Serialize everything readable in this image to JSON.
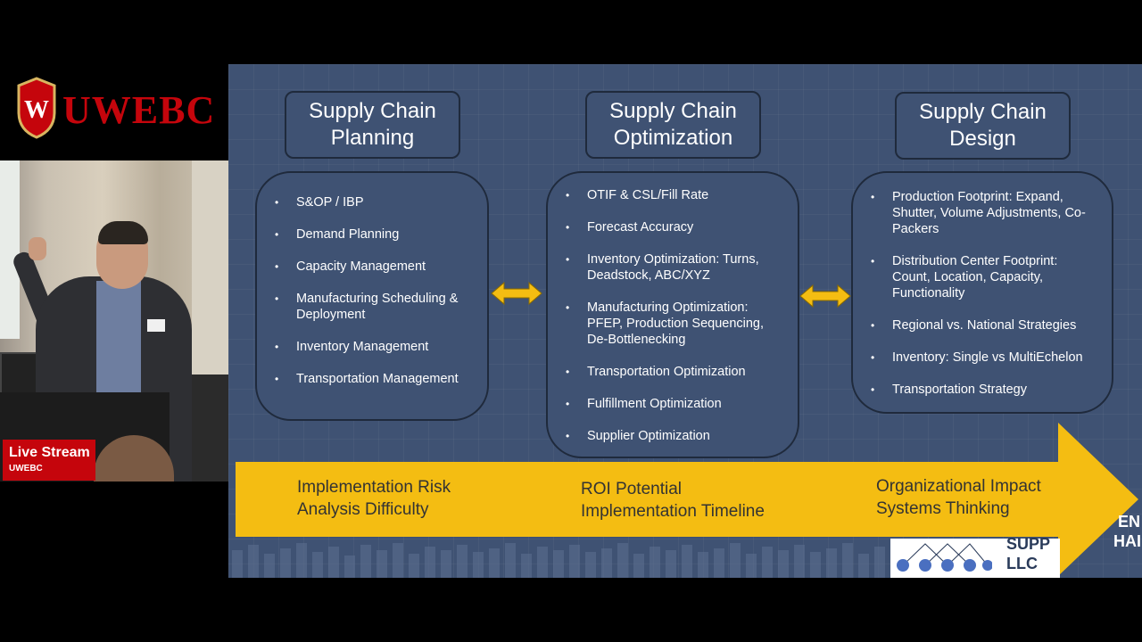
{
  "brand": {
    "name": "UWEBC",
    "crest_letter": "W"
  },
  "live_badge": {
    "title": "Live Stream",
    "subtitle": "UWEBC"
  },
  "slide": {
    "columns": [
      {
        "header": [
          "Supply Chain",
          "Planning"
        ],
        "items": [
          "S&OP / IBP",
          "Demand Planning",
          "Capacity Management",
          "Manufacturing Scheduling & Deployment",
          "Inventory Management",
          "Transportation Management"
        ]
      },
      {
        "header": [
          "Supply Chain",
          "Optimization"
        ],
        "items": [
          "OTIF & CSL/Fill Rate",
          "Forecast Accuracy",
          "Inventory Optimization: Turns, Deadstock, ABC/XYZ",
          "Manufacturing Optimization: PFEP, Production Sequencing, De-Bottlenecking",
          "Transportation Optimization",
          "Fulfillment Optimization",
          "Supplier Optimization"
        ]
      },
      {
        "header": [
          "Supply Chain",
          "Design"
        ],
        "items": [
          "Production Footprint: Expand, Shutter, Volume Adjustments, Co-Packers",
          "Distribution Center Footprint: Count, Location, Capacity, Functionality",
          "Regional vs. National Strategies",
          "Inventory: Single vs MultiEchelon",
          "Transportation Strategy"
        ]
      }
    ],
    "arrow_labels": [
      [
        "Implementation Risk",
        "Analysis Difficulty"
      ],
      [
        "ROI Potential",
        "Implementation Timeline"
      ],
      [
        "Organizational Impact",
        "Systems Thinking"
      ]
    ],
    "logo": {
      "line1": "SUPP",
      "line2": "LLC",
      "right1": "EN",
      "right2": "HAIN"
    },
    "colors": {
      "slide_bg": "#3f5273",
      "arrow": "#f4bd12",
      "brand_red": "#c5050c"
    }
  }
}
